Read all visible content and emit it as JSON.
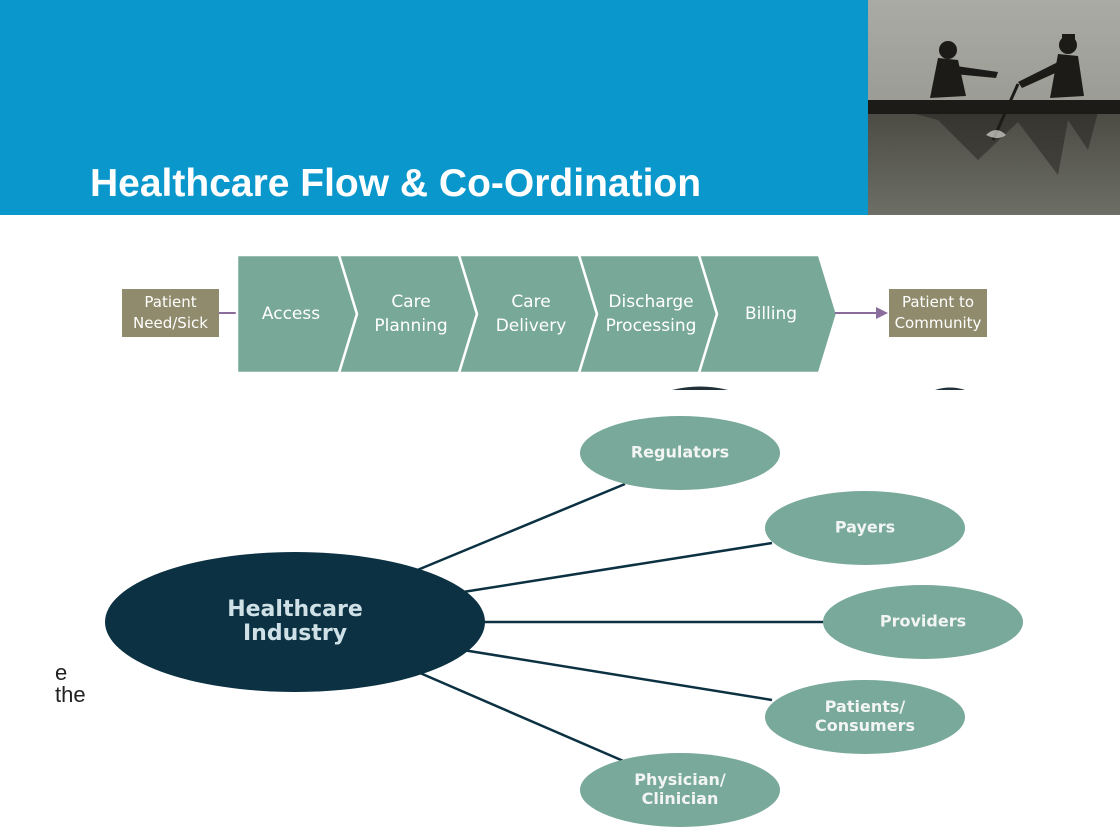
{
  "header": {
    "title": "Healthcare Flow & Co-Ordination"
  },
  "flow": {
    "start": [
      "Patient",
      "Need/Sick"
    ],
    "end": [
      "Patient to",
      "Community"
    ],
    "steps": [
      {
        "lines": [
          "Access"
        ]
      },
      {
        "lines": [
          "Care",
          "Planning"
        ]
      },
      {
        "lines": [
          "Care",
          "Delivery"
        ]
      },
      {
        "lines": [
          "Discharge",
          "Processing"
        ]
      },
      {
        "lines": [
          "Billing"
        ]
      }
    ]
  },
  "hub": {
    "center": [
      "Healthcare",
      "Industry"
    ],
    "nodes": [
      {
        "lines": [
          "Regulators"
        ]
      },
      {
        "lines": [
          "Payers"
        ]
      },
      {
        "lines": [
          "Providers"
        ]
      },
      {
        "lines": [
          "Patients/",
          "Consumers"
        ]
      },
      {
        "lines": [
          "Physician/",
          "Clinician"
        ]
      }
    ]
  },
  "fragments": [
    "e",
    "the"
  ],
  "colors": {
    "header_bg": "#0a97cc",
    "chevron": "#78a898",
    "box": "#8f8b6c",
    "arrow": "#8a6d9c",
    "hub_center": "#0b3142",
    "node": "#79a99a"
  }
}
